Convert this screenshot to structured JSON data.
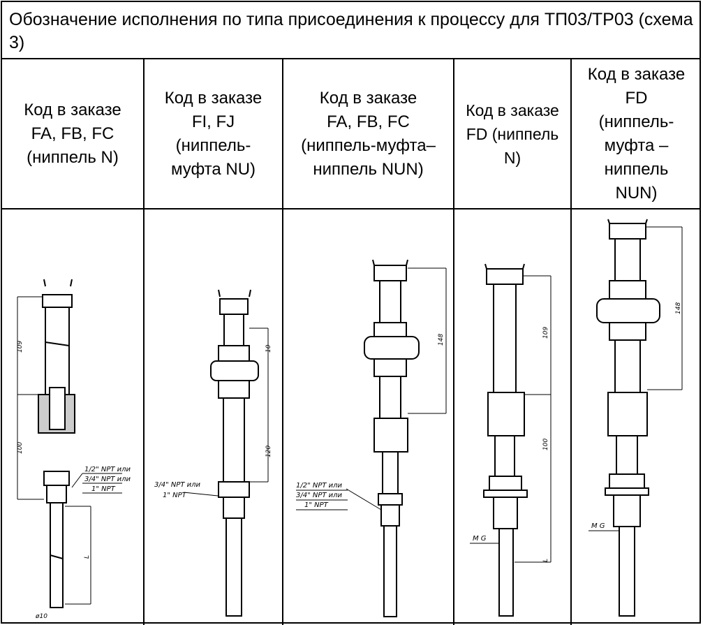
{
  "title": "Обозначение исполнения по типа присоединения к процессу для ТП03/ТР03 (схема 3)",
  "columns": [
    {
      "header": "Код в заказе\nFA, FB, FC\n(ниппель N)",
      "drawing": "nipple-n-pipe-drawing"
    },
    {
      "header": "Код в заказе\nFI, FJ\n(ниппель-\nмуфта NU)",
      "drawing": "nipple-coupling-nu-drawing"
    },
    {
      "header": "Код в заказе\nFA, FB, FC\n(ниппель-муфта–\nниппель NUN)",
      "drawing": "nipple-coupling-nipple-nun-drawing"
    },
    {
      "header": "Код в заказе\nFD (ниппель\nN)",
      "drawing": "nipple-n-fd-drawing"
    },
    {
      "header": "Код в заказе\nFD\n(ниппель-\nмуфта –\nниппель\nNUN)",
      "drawing": "nun-fd-drawing"
    }
  ],
  "annotations": {
    "col1": {
      "dim_top": "109",
      "dim_mid": "100",
      "dim_l": "L",
      "dia": "ø10",
      "thread": [
        "1/2\" NPT или",
        "3/4\" NPT или",
        "1\" NPT"
      ]
    },
    "col2": {
      "dim_top": "10",
      "dim_mid": "120",
      "thread": [
        "3/4\" NPT или",
        "1\" NPT"
      ]
    },
    "col3": {
      "dim_top": "148",
      "thread": [
        "1/2\" NPT или",
        "3/4\" NPT или",
        "1\" NPT"
      ]
    },
    "col4": {
      "dim_top": "109",
      "dim_mid": "100",
      "dim_l": "L",
      "thread": "M G"
    },
    "col5": {
      "dim_top": "148",
      "thread": "M G"
    }
  }
}
